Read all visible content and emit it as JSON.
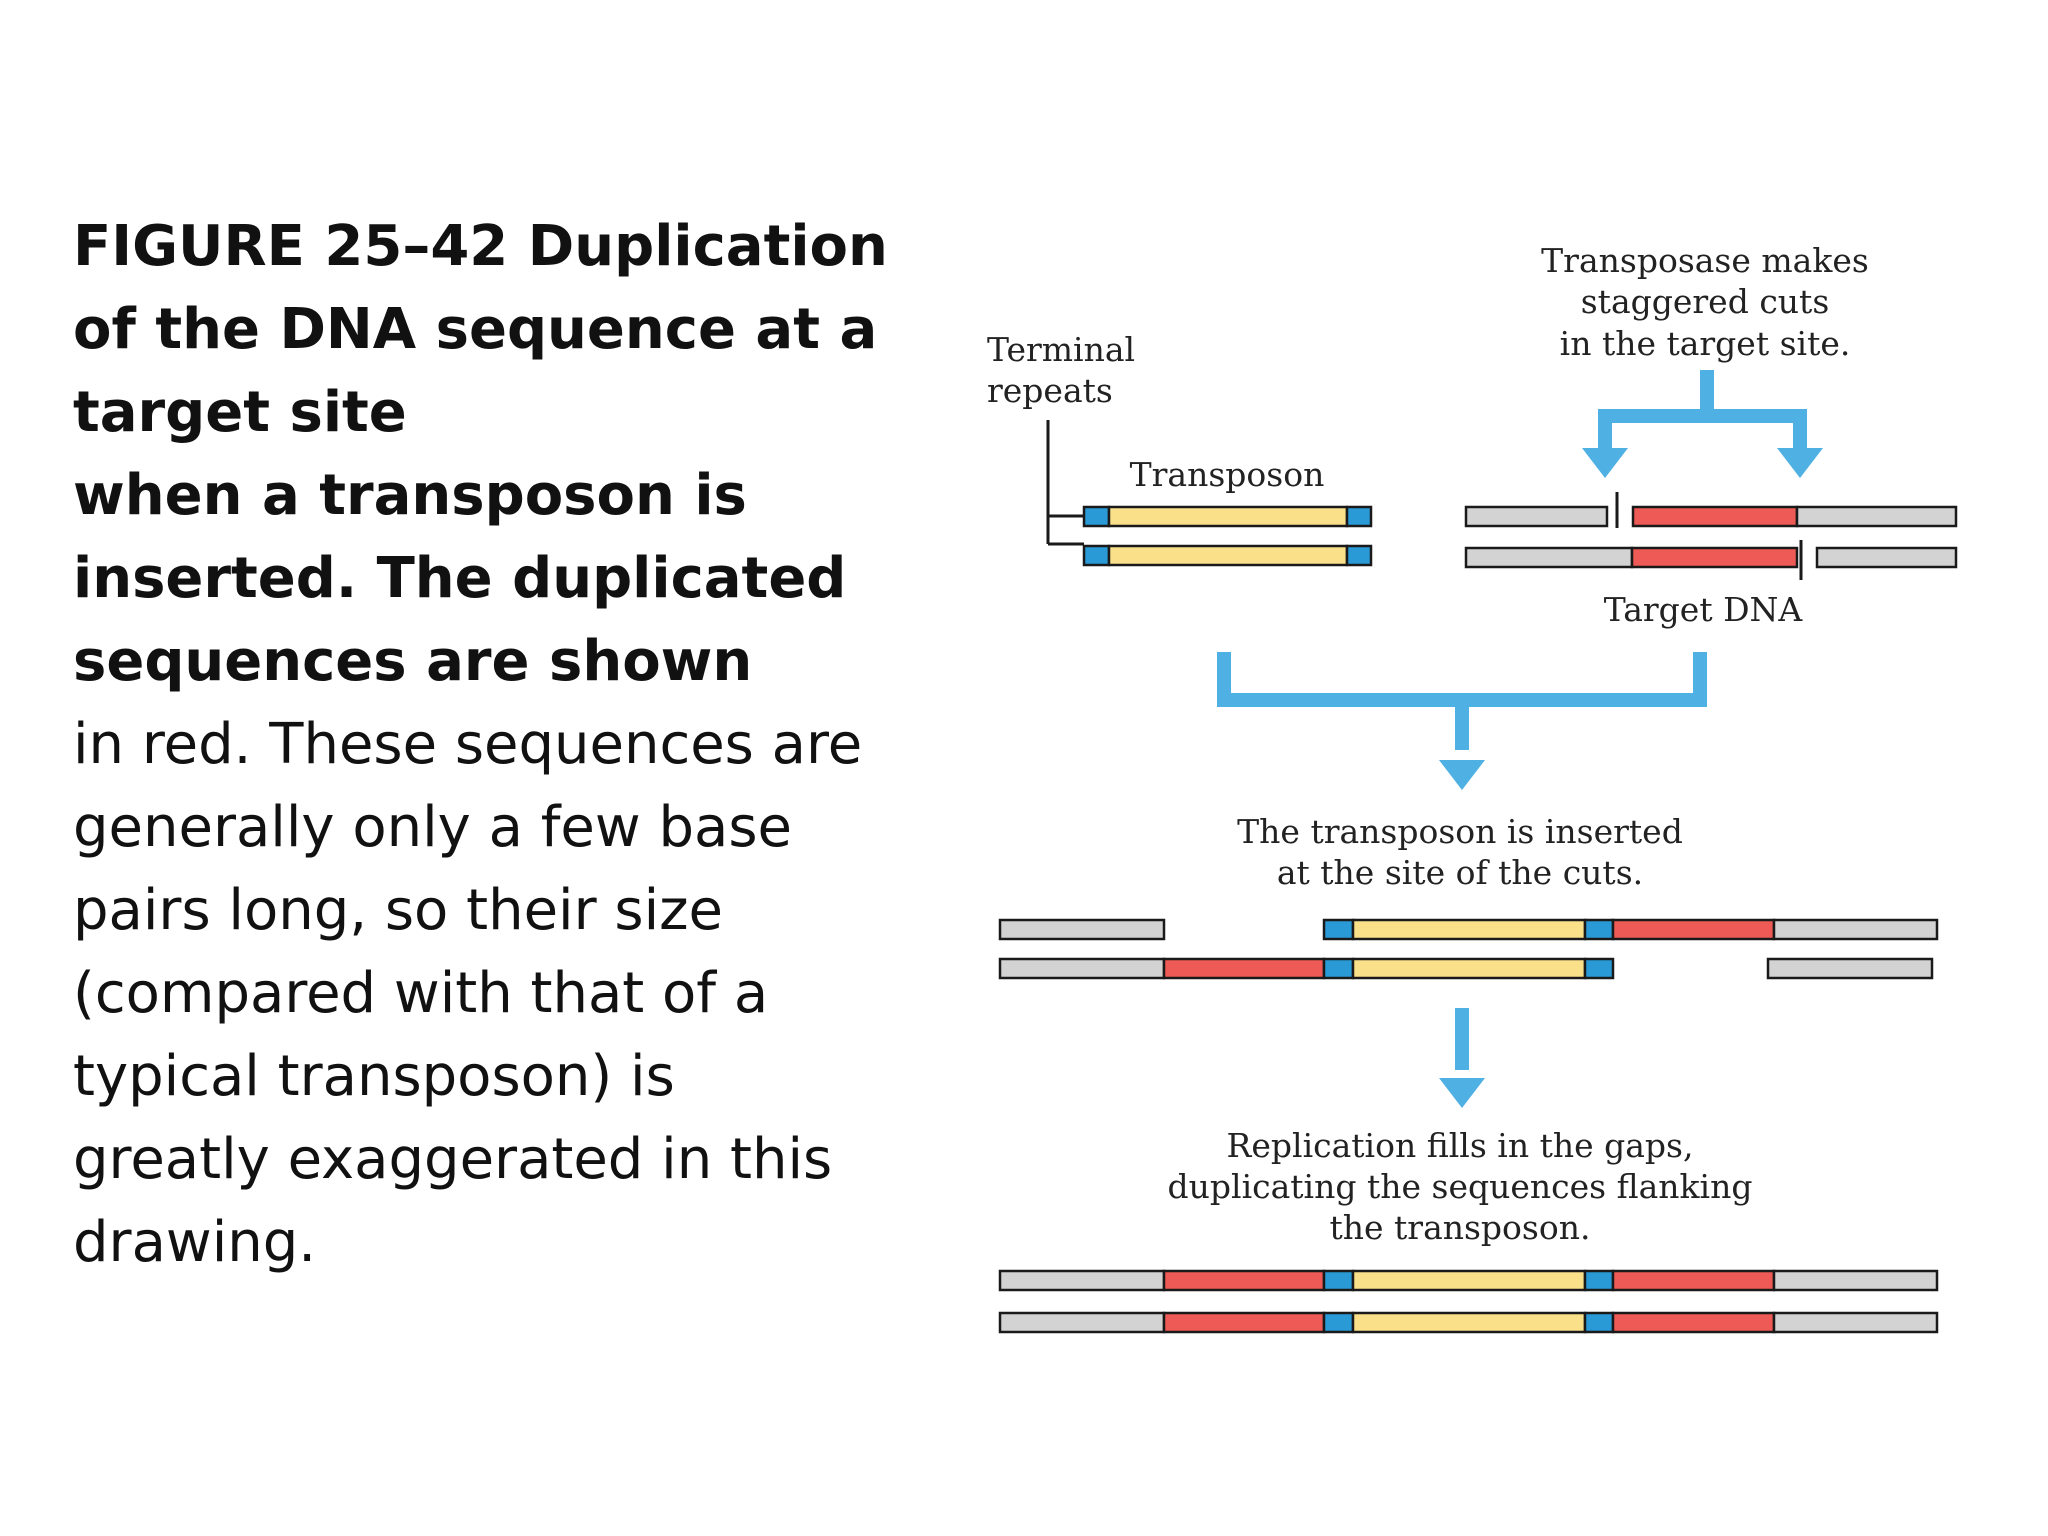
{
  "caption": {
    "lines": [
      {
        "text": "FIGURE 25–42 Duplication",
        "weight": "bold"
      },
      {
        "text": "of the DNA sequence at a",
        "weight": "bold"
      },
      {
        "text": "target site",
        "weight": "bold"
      },
      {
        "text": "when a transposon is",
        "weight": "bold"
      },
      {
        "text": "inserted. The duplicated",
        "weight": "bold"
      },
      {
        "text": "sequences are shown",
        "weight": "bold"
      },
      {
        "text": "in red. These sequences are",
        "weight": "normal"
      },
      {
        "text": "generally only a few base",
        "weight": "normal"
      },
      {
        "text": "pairs long, so their size",
        "weight": "normal"
      },
      {
        "text": "(compared with that of a",
        "weight": "normal"
      },
      {
        "text": "typical transposon) is",
        "weight": "normal"
      },
      {
        "text": "greatly exaggerated in this",
        "weight": "normal"
      },
      {
        "text": "drawing.",
        "weight": "normal"
      }
    ]
  },
  "diagram": {
    "labels": {
      "terminal_line1": "Terminal",
      "terminal_line2": "repeats",
      "transposon": "Transposon",
      "transposase_line1": "Transposase makes",
      "transposase_line2": "staggered cuts",
      "transposase_line3": "in the target site.",
      "target_dna": "Target DNA",
      "inserted_line1": "The transposon is inserted",
      "inserted_line2": "at the site of the cuts.",
      "replication_line1": "Replication fills in the gaps,",
      "replication_line2": "duplicating the sequences flanking",
      "replication_line3": "the transposon."
    },
    "colors": {
      "arrow": "#4fb0e3",
      "gray_dna": "#d3d3d3",
      "red_duplicated": "#ee5a55",
      "yellow_transposon": "#fbe08a",
      "blue_terminal_repeat": "#2a9ad6",
      "outline": "#1a1a1a"
    }
  }
}
